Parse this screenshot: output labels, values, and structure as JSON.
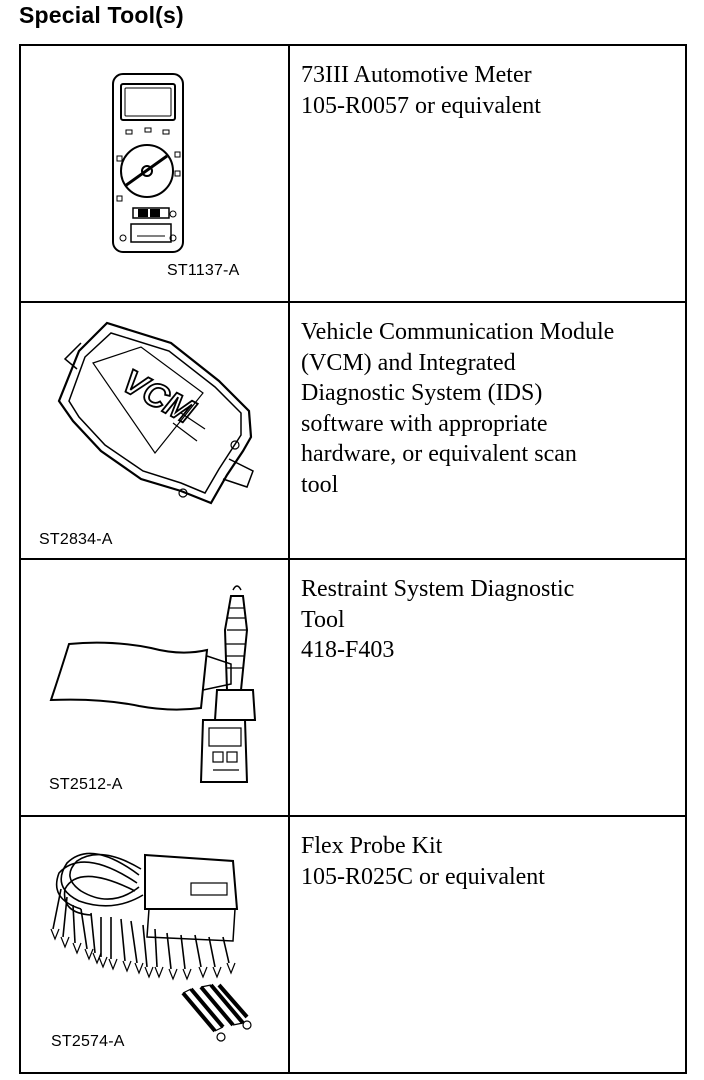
{
  "page": {
    "title": "Special Tool(s)"
  },
  "tools": [
    {
      "code": "ST1137-A",
      "icon": "multimeter-icon",
      "description": [
        "73III Automotive Meter",
        "105-R0057 or equivalent"
      ]
    },
    {
      "code": "ST2834-A",
      "icon": "vcm-module-icon",
      "description": [
        "Vehicle Communication Module",
        "(VCM) and Integrated",
        "Diagnostic System (IDS)",
        "software with appropriate",
        "hardware, or equivalent scan",
        "tool"
      ]
    },
    {
      "code": "ST2512-A",
      "icon": "restraint-diagnostic-tool-icon",
      "description": [
        "Restraint System Diagnostic",
        "Tool",
        "418-F403"
      ]
    },
    {
      "code": "ST2574-A",
      "icon": "flex-probe-kit-icon",
      "description": [
        "Flex Probe Kit",
        "105-R025C or equivalent"
      ]
    }
  ]
}
